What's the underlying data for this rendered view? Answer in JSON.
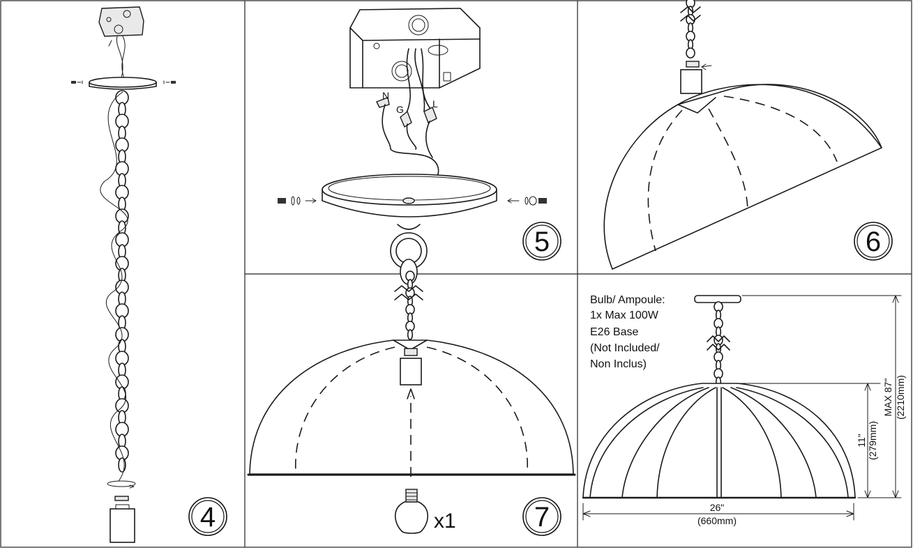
{
  "panels": [
    {
      "id": "step-4",
      "step": "4"
    },
    {
      "id": "step-5",
      "step": "5",
      "wire_labels": {
        "neutral": "N",
        "ground": "G",
        "live": "L"
      }
    },
    {
      "id": "step-6",
      "step": "6"
    },
    {
      "id": "step-7",
      "step": "7",
      "bulb_quantity": "x1"
    },
    {
      "id": "specs",
      "bulb_spec": [
        "Bulb/ Ampoule:",
        "1x Max 100W",
        "E26 Base",
        "(Not Included/",
        "Non Inclus)"
      ],
      "width_in": "26\"",
      "width_mm": "(660mm)",
      "height_in": "11\"",
      "height_mm": "(279mm)",
      "max_in": "MAX 87\"",
      "max_mm": "(2210mm)"
    }
  ]
}
